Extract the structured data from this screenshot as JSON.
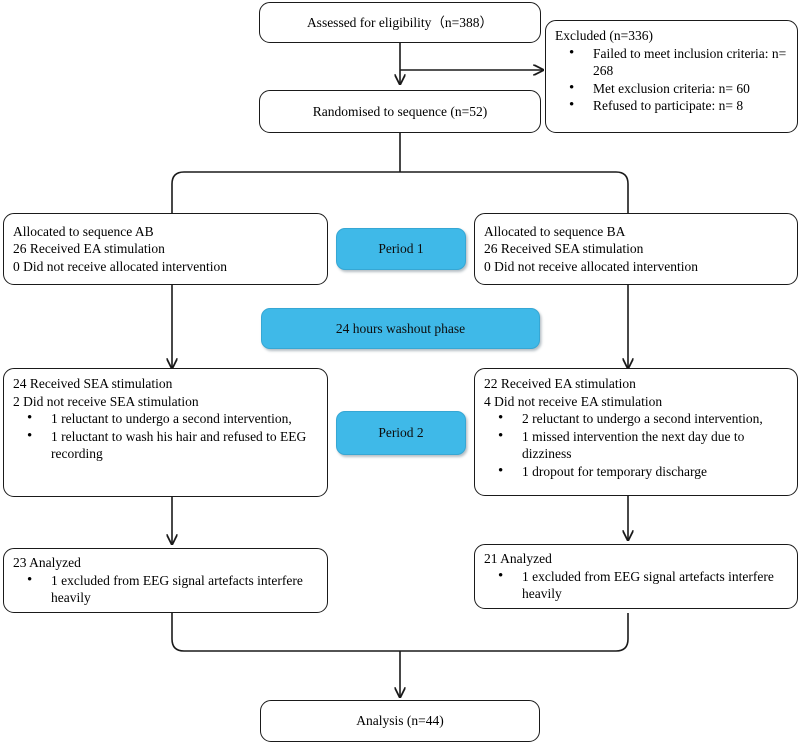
{
  "diagram": {
    "title": "CONSORT crossover trial flow diagram",
    "accent_color": "#3fb9e8",
    "line_color": "#1a1a1a"
  },
  "nodes": {
    "assessed": {
      "text": "Assessed for eligibility（n=388）"
    },
    "excluded": {
      "header": "Excluded (n=336)",
      "items": [
        "Failed to meet inclusion criteria: n= 268",
        "Met exclusion criteria: n= 60",
        "Refused to participate: n= 8"
      ]
    },
    "randomised": {
      "text": "Randomised  to sequence (n=52)"
    },
    "alloc_ab": {
      "line1": "Allocated to sequence AB",
      "line2": "26 Received EA stimulation",
      "line3": "0 Did not receive allocated intervention"
    },
    "alloc_ba": {
      "line1": "Allocated to sequence BA",
      "line2": "26 Received SEA stimulation",
      "line3": "0 Did not receive allocated intervention"
    },
    "period1": {
      "label": "Period 1"
    },
    "washout": {
      "label": "24 hours washout phase"
    },
    "period2": {
      "label": "Period 2"
    },
    "p2_left": {
      "line1": "24 Received SEA stimulation",
      "line2": "2 Did not receive  SEA stimulation",
      "items": [
        "1 reluctant to undergo a second intervention,",
        "1 reluctant to wash his hair and refused to EEG recording"
      ]
    },
    "p2_right": {
      "line1": "22 Received EA stimulation",
      "line2": "4 Did not receive EA stimulation",
      "items": [
        "2 reluctant to undergo a second intervention,",
        "1 missed intervention the next day due to dizziness",
        "1 dropout for temporary discharge"
      ]
    },
    "analyzed_left": {
      "header": "23 Analyzed",
      "items": [
        "1 excluded from EEG signal artefacts interfere heavily"
      ]
    },
    "analyzed_right": {
      "header": "21 Analyzed",
      "items": [
        "1 excluded from EEG signal artefacts interfere heavily"
      ]
    },
    "analysis": {
      "text": "Analysis (n=44)"
    }
  }
}
